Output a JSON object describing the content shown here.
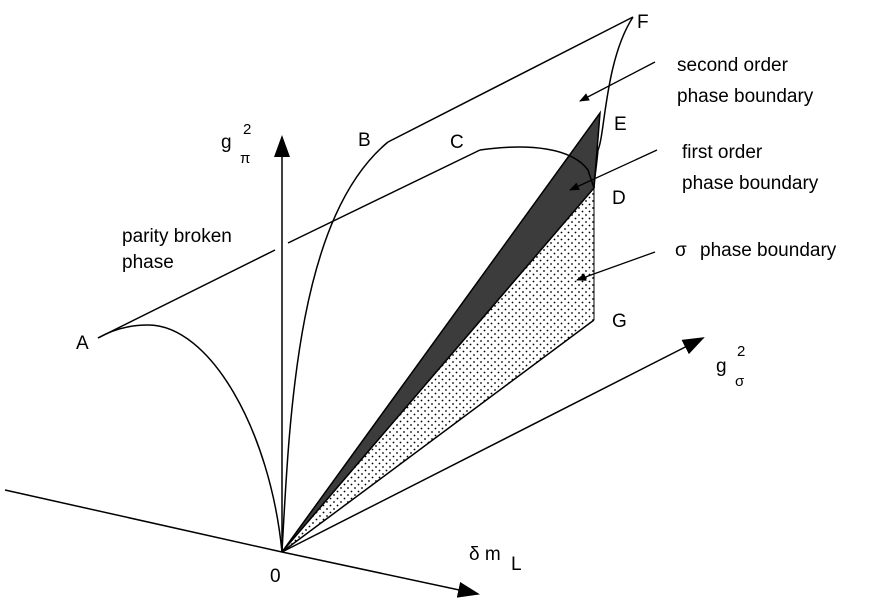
{
  "points": {
    "A": "A",
    "B": "B",
    "C": "C",
    "D": "D",
    "E": "E",
    "F": "F",
    "G": "G",
    "origin": "0"
  },
  "axes": {
    "vertical": {
      "main": "g",
      "sub": "π",
      "sup": "2"
    },
    "right": {
      "main": "g",
      "sub": "σ",
      "sup": "2"
    },
    "bottom": {
      "main": "δ m",
      "sub": "L"
    }
  },
  "annotations": {
    "parity_line1": "parity broken",
    "parity_line2": "phase",
    "second_order_line1": "second order",
    "second_order_line2": "phase boundary",
    "first_order_line1": "first order",
    "first_order_line2": "phase boundary",
    "sigma_symbol": "σ",
    "sigma_text": "phase boundary"
  },
  "colors": {
    "line": "#000000",
    "first_order_fill": "#3c3c3c",
    "sigma_dots": "#000000",
    "background": "#ffffff"
  }
}
